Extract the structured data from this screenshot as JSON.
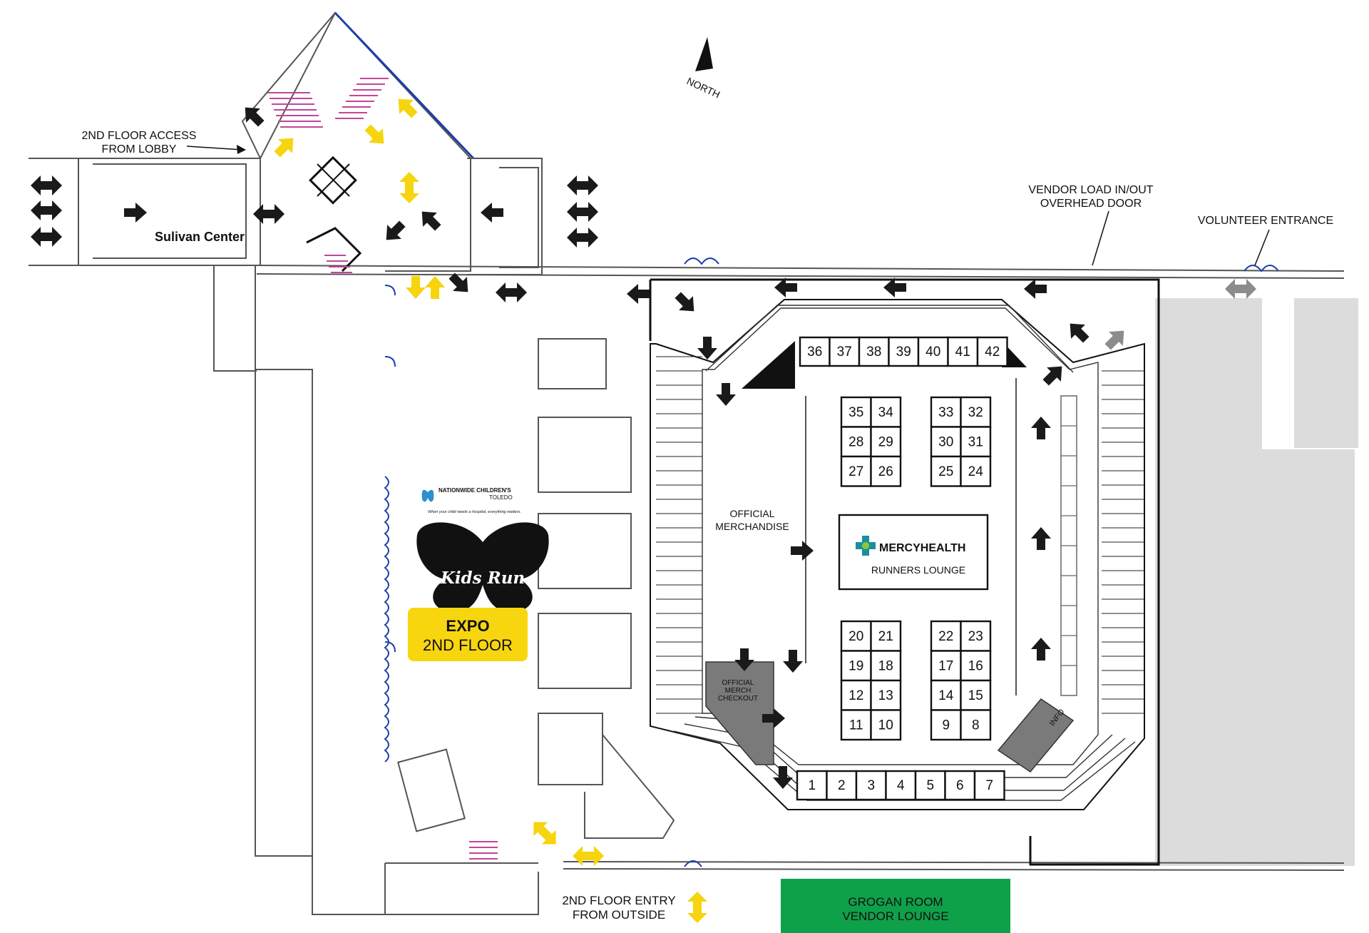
{
  "compass": {
    "label": "NORTH"
  },
  "labels": {
    "second_floor_access": [
      "2ND FLOOR ACCESS",
      "FROM LOBBY"
    ],
    "sulivan_center": "Sulivan Center",
    "vendor_load": [
      "VENDOR LOAD IN/OUT",
      "OVERHEAD DOOR"
    ],
    "volunteer_entrance": "VOLUNTEER ENTRANCE",
    "official_merchandise": [
      "OFFICIAL",
      "MERCHANDISE"
    ],
    "official_merch_checkout": [
      "OFFICIAL",
      "MERCH",
      "CHECKOUT"
    ],
    "info": "INFO",
    "second_floor_entry": [
      "2ND FLOOR ENTRY",
      "FROM OUTSIDE"
    ],
    "grogan_room": [
      "GROGAN ROOM",
      "VENDOR LOUNGE"
    ]
  },
  "mercy": {
    "brand": "MERCYHEALTH",
    "subtitle": "RUNNERS LOUNGE"
  },
  "kids_run": {
    "sponsor": "NATIONWIDE CHILDREN'S",
    "sponsor_city": "TOLEDO",
    "tagline": "When your child needs a hospital, everything matters.",
    "small_title": "NATIONWIDE CHILDREN'S · TOLEDO",
    "title": "Kids Run",
    "expo": "EXPO",
    "floor": "2ND FLOOR"
  },
  "booths": {
    "top_row": [
      "36",
      "37",
      "38",
      "39",
      "40",
      "41",
      "42"
    ],
    "bottom_row": [
      "1",
      "2",
      "3",
      "4",
      "5",
      "6",
      "7"
    ],
    "block_tl": [
      [
        "35",
        "34"
      ],
      [
        "28",
        "29"
      ],
      [
        "27",
        "26"
      ]
    ],
    "block_tr": [
      [
        "33",
        "32"
      ],
      [
        "30",
        "31"
      ],
      [
        "25",
        "24"
      ]
    ],
    "block_bl": [
      [
        "20",
        "21"
      ],
      [
        "19",
        "18"
      ],
      [
        "12",
        "13"
      ],
      [
        "11",
        "10"
      ]
    ],
    "block_br": [
      [
        "22",
        "23"
      ],
      [
        "17",
        "16"
      ],
      [
        "14",
        "15"
      ],
      [
        "9",
        "8"
      ]
    ]
  },
  "colors": {
    "arrow_black": "#1a1a1a",
    "arrow_yellow": "#f6d40e",
    "arrow_gray": "#8c8c8c",
    "expo_yellow": "#f8d60f",
    "grogan_green": "#0fa04a",
    "stairs_magenta": "#c2459a",
    "door_blue": "#1f3ea8",
    "mercy_teal": "#1a8f9c",
    "shade_gray": "#dcdcdc"
  }
}
